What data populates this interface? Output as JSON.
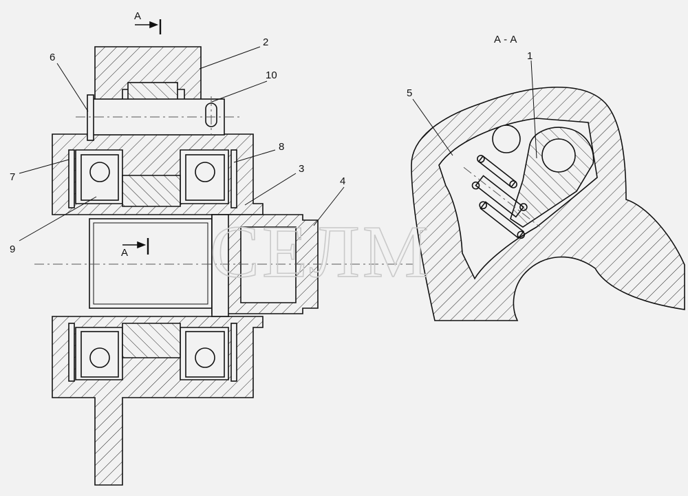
{
  "section_marks": {
    "top": "A",
    "center": "A",
    "view_title": "А - А"
  },
  "callouts": [
    "1",
    "2",
    "3",
    "4",
    "5",
    "6",
    "7",
    "8",
    "9",
    "10"
  ],
  "watermark": "СЕЛМ"
}
